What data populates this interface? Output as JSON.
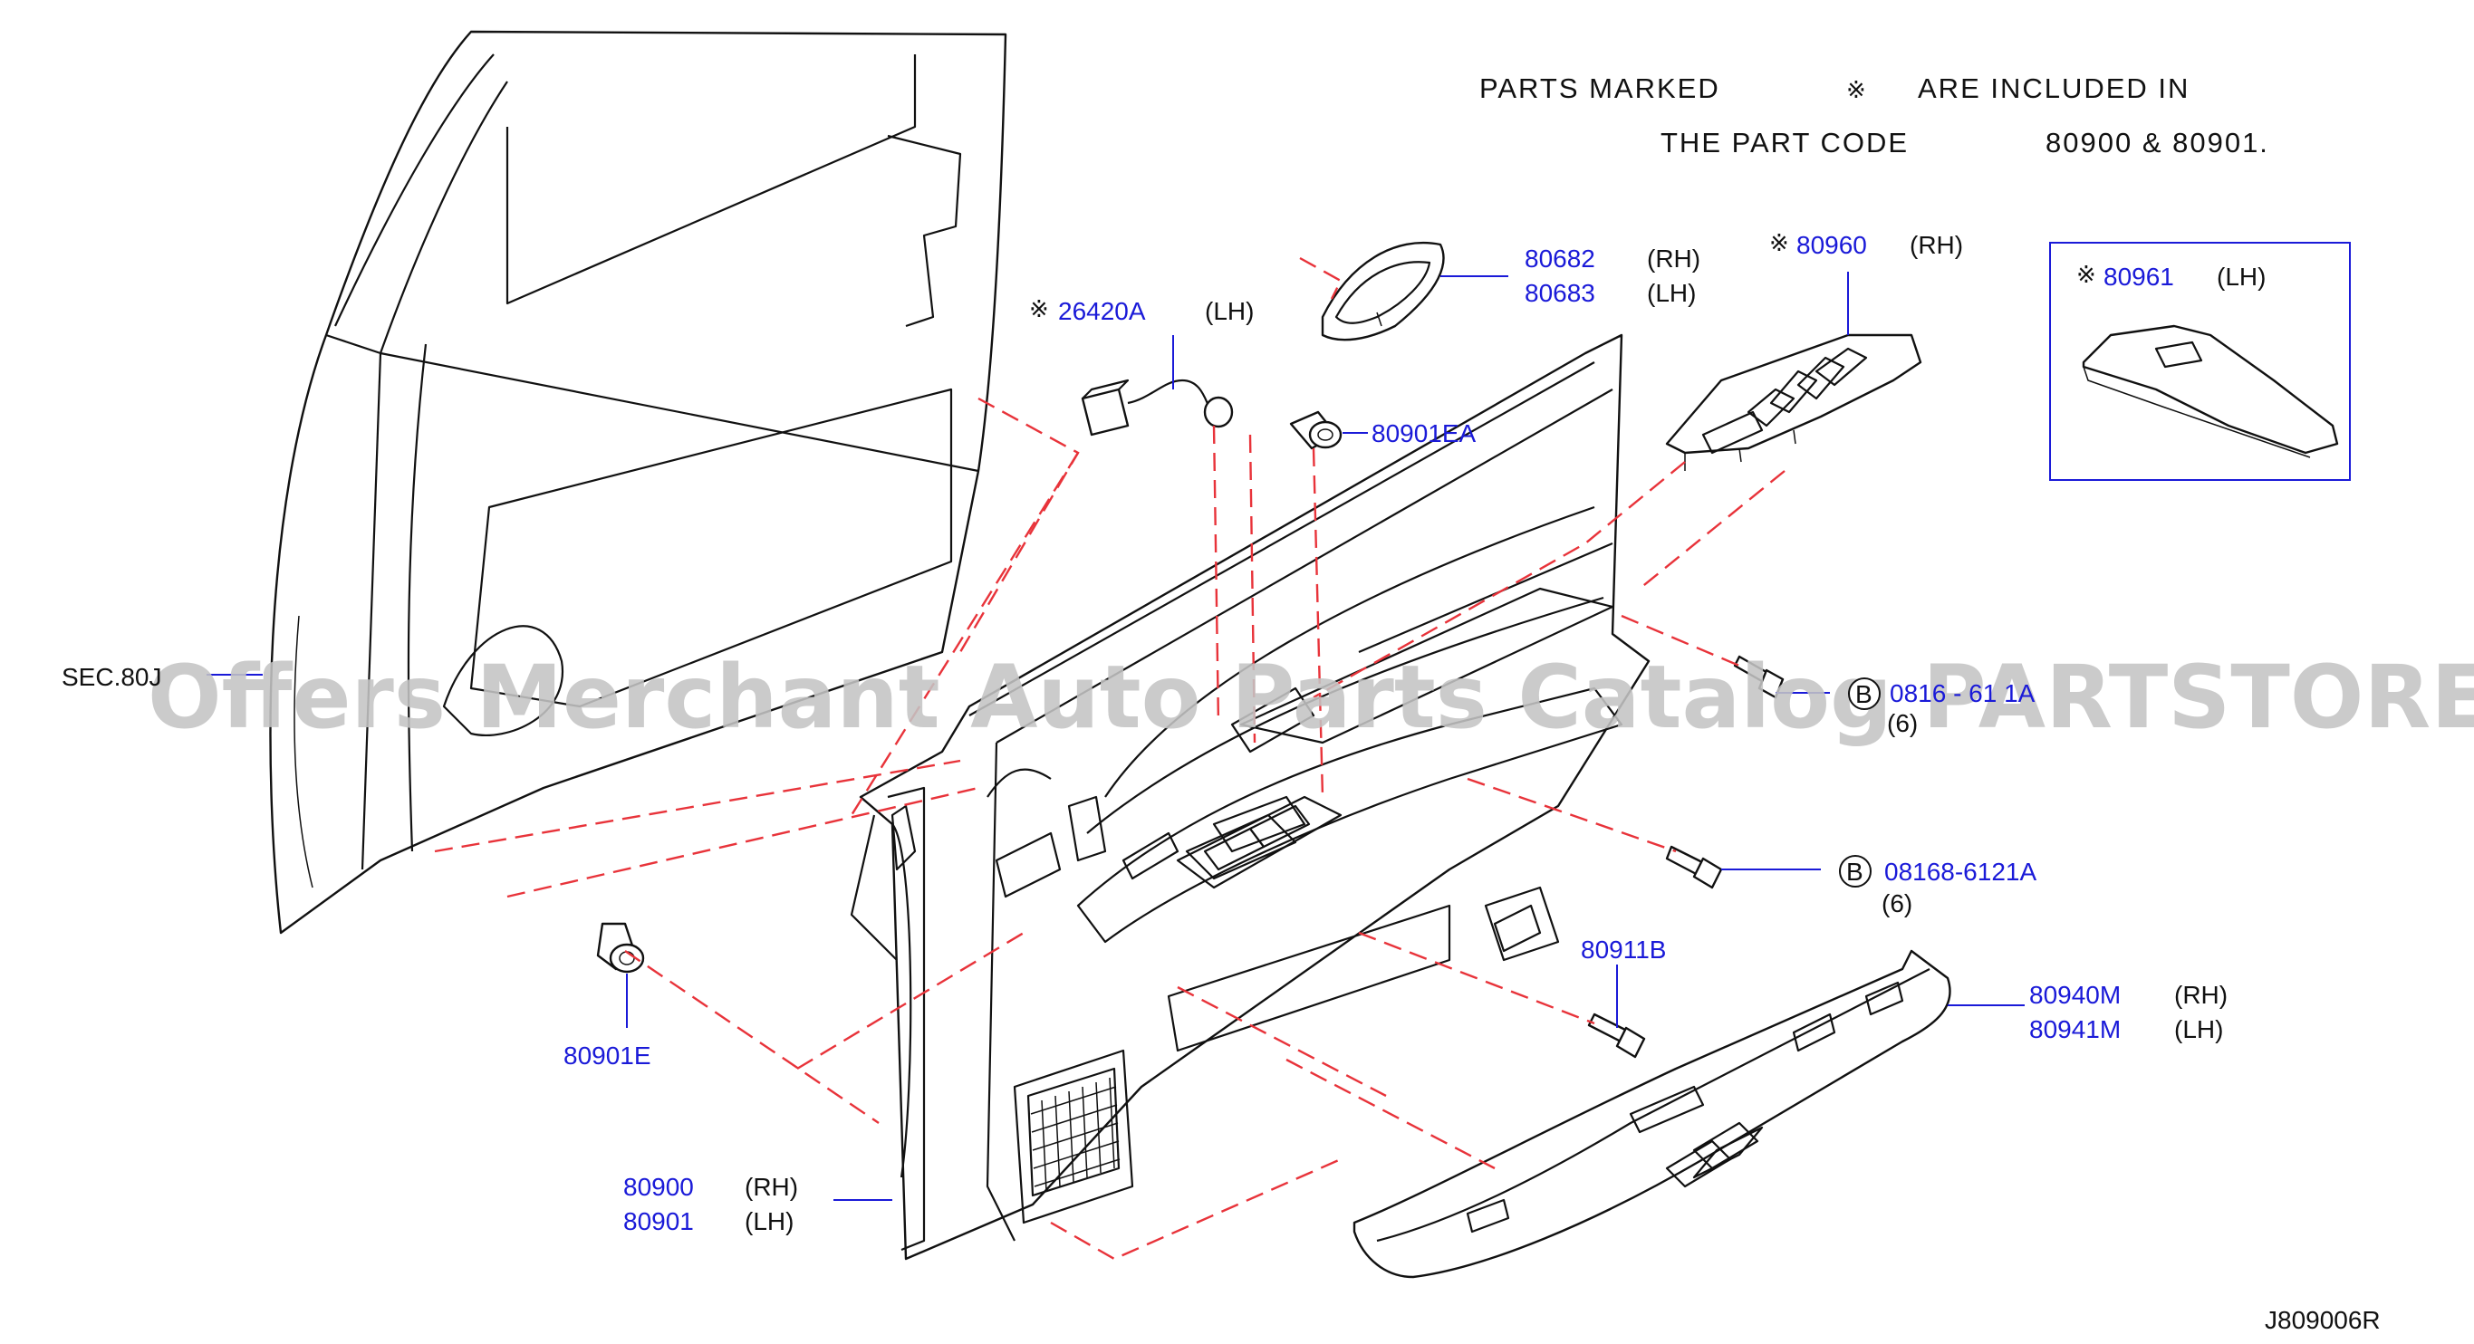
{
  "note": {
    "line1_a": "PARTS  MARKED",
    "line1_mark": "※",
    "line1_b": "ARE  INCLUDED  IN",
    "line2_a": "THE  PART  CODE",
    "line2_b": "80900  &  80901."
  },
  "watermark": "Offers Merchant Auto Parts Catalog PARTSTORE.SA",
  "diagram_code": "J809006R",
  "sec_ref": "SEC.80Ј",
  "callouts": {
    "c80682": {
      "part": "80682",
      "side": "(RH)"
    },
    "c80683": {
      "part": "80683",
      "side": "(LH)"
    },
    "c80960": {
      "mark": "※",
      "part": "80960",
      "side": "(RH)"
    },
    "c80961": {
      "mark": "※",
      "part": "80961",
      "side": "(LH)"
    },
    "c26420A": {
      "mark": "※",
      "part": "26420A",
      "side": "(LH)"
    },
    "c80901EA": {
      "part": "80901EA"
    },
    "c08168a": {
      "badge": "B",
      "part": "0816 - 61 1A",
      "qty": "(6)"
    },
    "c08168b": {
      "badge": "B",
      "part": "08168-6121A",
      "qty": "(6)"
    },
    "c80911B": {
      "part": "80911B"
    },
    "c80940M": {
      "part": "80940M",
      "side": "(RH)"
    },
    "c80941M": {
      "part": "80941M",
      "side": "(LH)"
    },
    "c80901E": {
      "part": "80901E"
    },
    "c80900": {
      "part": "80900",
      "side": "(RH)"
    },
    "c80901": {
      "part": "80901",
      "side": "(LH)"
    }
  }
}
